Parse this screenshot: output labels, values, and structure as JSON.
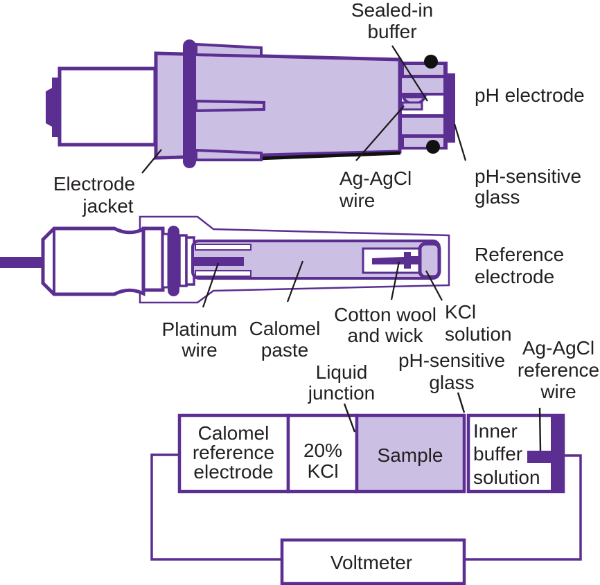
{
  "figure": "pH electrode and reference electrode diagram",
  "colors": {
    "purple": "#5b2e91",
    "light_purple": "#cbbfe4",
    "leader_black": "#1a1a1a",
    "text": "#231f20",
    "white": "#ffffff"
  },
  "labels": {
    "sealed_in_buffer": {
      "lines": [
        "Sealed-in",
        "buffer"
      ]
    },
    "ph_electrode": {
      "lines": [
        "pH electrode"
      ]
    },
    "electrode_jacket": {
      "lines": [
        "Electrode",
        "jacket"
      ]
    },
    "agagcl_wire": {
      "lines": [
        "Ag-AgCl",
        "wire"
      ]
    },
    "ph_sensitive_glass": {
      "lines": [
        "pH-sensitive",
        "glass"
      ]
    },
    "reference_electrode": {
      "lines": [
        "Reference",
        "electrode"
      ]
    },
    "platinum_wire": {
      "lines": [
        "Platinum",
        "wire"
      ]
    },
    "calomel_paste": {
      "lines": [
        "Calomel",
        "paste"
      ]
    },
    "cotton_wool_and_wick": {
      "lines": [
        "Cotton wool",
        "and wick"
      ]
    },
    "kcl_solution": {
      "lines": [
        "KCl",
        "solution"
      ]
    },
    "liquid_junction": {
      "lines": [
        "Liquid",
        "junction"
      ]
    },
    "ph_sensitive_glass_2": {
      "lines": [
        "pH-sensitive",
        "glass"
      ]
    },
    "agagcl_reference_wire": {
      "lines": [
        "Ag-AgCl",
        "reference",
        "wire"
      ]
    }
  },
  "schematic": {
    "calomel_box": {
      "lines": [
        "Calomel",
        "reference",
        "electrode"
      ]
    },
    "kcl_box": {
      "lines": [
        "20%",
        "KCl"
      ]
    },
    "sample_box": {
      "lines": [
        "Sample"
      ]
    },
    "inner_buffer_box": {
      "lines": [
        "Inner",
        "buffer",
        "solution"
      ]
    },
    "voltmeter_box": {
      "lines": [
        "Voltmeter"
      ]
    }
  }
}
